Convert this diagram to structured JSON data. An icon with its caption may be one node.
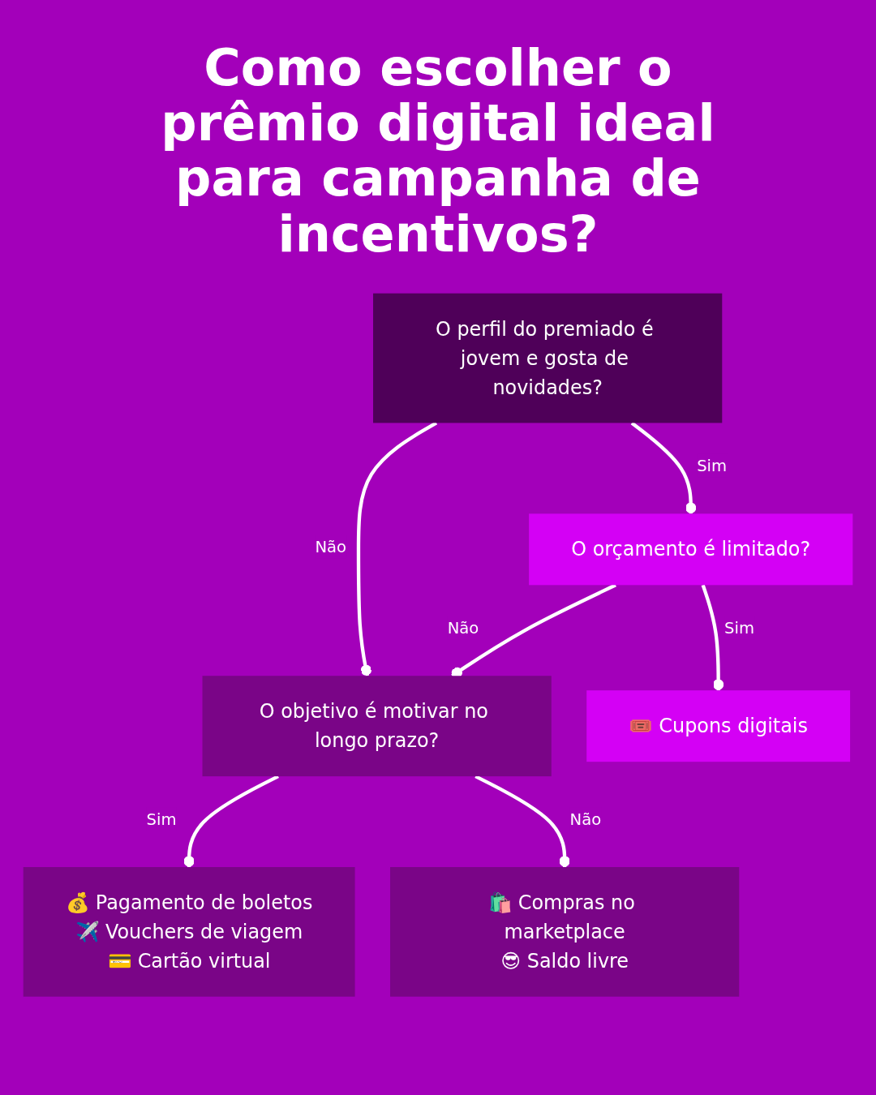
{
  "diagram": {
    "title": "Como escolher o prêmio digital ideal para campanha de incentivos?",
    "nodes": [
      {
        "text": [
          "O perfil do premiado é jovem e gosta de novidades?"
        ]
      },
      {
        "text": [
          "O orçamento é limitado?"
        ]
      },
      {
        "text": [
          "O objetivo é motivar no longo prazo?"
        ]
      },
      {
        "text": [
          "🎟️ Cupons digitais"
        ]
      },
      {
        "text": [
          "💰 Pagamento de boletos",
          "✈️ Vouchers de viagem",
          "💳 Cartão virtual"
        ]
      },
      {
        "text": [
          "🛍️ Compras no marketplace",
          "😎 Saldo livre"
        ]
      }
    ],
    "edges": [
      {
        "from": 0,
        "to": 1,
        "arrow": "other",
        "label": "Sim"
      },
      {
        "from": 0,
        "to": 2,
        "arrow": "other",
        "label": "Não"
      },
      {
        "from": 1,
        "to": 2,
        "arrow": "other",
        "label": "Não"
      },
      {
        "from": 1,
        "to": 3,
        "arrow": "other",
        "label": "Sim"
      },
      {
        "from": 2,
        "to": 4,
        "arrow": "other",
        "label": "Sim"
      },
      {
        "from": 2,
        "to": 5,
        "arrow": "other",
        "label": "Não"
      }
    ]
  }
}
